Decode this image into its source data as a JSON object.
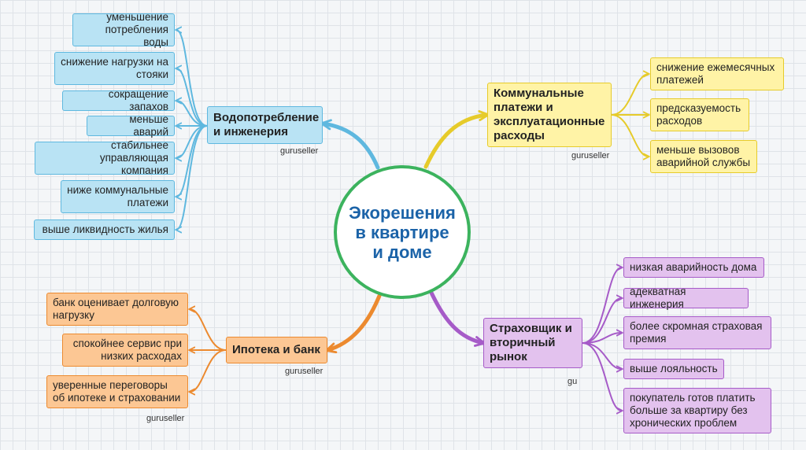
{
  "center": {
    "title": "Экорешения\nв квартире\nи доме",
    "border_color": "#3cb35e",
    "text_color": "#1b63a8"
  },
  "branches": [
    {
      "id": "water",
      "color": "#5fb8df",
      "title": "Водопотребление\nи инженерия",
      "watermark": "guruseller",
      "children": [
        "уменьшение\nпотребления воды",
        "снижение нагрузки на\nстояки",
        "сокращение запахов",
        "меньше аварий",
        "стабильнее управляющая\nкомпания",
        "ниже коммунальные\nплатежи",
        "выше ликвидность жилья"
      ]
    },
    {
      "id": "utilities",
      "color": "#e6cb2a",
      "title": "Коммунальные\nплатежи и\nэксплуатационные\nрасходы",
      "watermark": "guruseller",
      "children": [
        "снижение ежемесячных\nплатежей",
        "предсказуемость\nрасходов",
        "меньше вызовов\nаварийной службы"
      ]
    },
    {
      "id": "insurance",
      "color": "#a65bc8",
      "title": "Страховщик и\nвторичный\nрынок",
      "watermark": "gu",
      "children": [
        "низкая аварийность дома",
        "адекватная инженерия",
        "более скромная страховая\nпремия",
        "выше лояльность",
        "покупатель готов платить\nбольше за квартиру без\nхронических проблем"
      ]
    },
    {
      "id": "mortgage",
      "color": "#ec8a2f",
      "title": "Ипотека и банк",
      "watermark": "guruseller",
      "children": [
        "банк оценивает долговую\nнагрузку",
        "спокойнее сервис при\nнизких расходах",
        "уверенные переговоры\nоб ипотеке и страховании"
      ],
      "extra_watermark": "guruseller"
    }
  ]
}
